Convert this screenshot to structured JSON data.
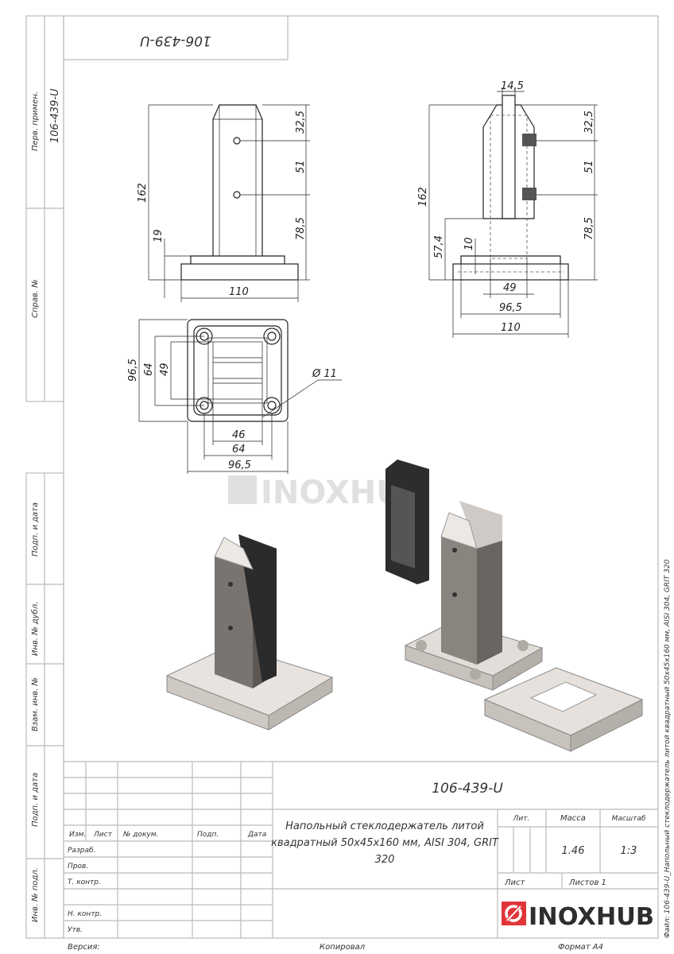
{
  "top_stamp": "106-439-U",
  "side_columns": {
    "perv_primen": "Перв. примен.",
    "perv_primen_value": "106-439-U",
    "sprav_no": "Справ. №",
    "podp_data_1": "Подп. и дата",
    "inv_dubl": "Инв. № дубл.",
    "vzam_inv": "Взам. инв. №",
    "podp_data_2": "Подп. и дата",
    "inv_podl": "Инв. № подл."
  },
  "views": {
    "front": {
      "d162": "162",
      "d32": "32,5",
      "d51": "51",
      "d78": "78,5",
      "d19": "19",
      "d110": "110"
    },
    "side": {
      "d14": "14,5",
      "d162": "162",
      "d57": "57,4",
      "d10": "10",
      "d32": "32,5",
      "d51": "51",
      "d78": "78,5",
      "d49": "49",
      "d96": "96,5",
      "d110": "110"
    },
    "top": {
      "d96v": "96,5",
      "d64v": "64",
      "d49v": "49",
      "hole": "Ø 11",
      "d46": "46",
      "d64h": "64",
      "d96h": "96,5"
    }
  },
  "watermark": "INOXHUB",
  "title_block": {
    "designation": "106-439-U",
    "name": [
      "Напольный стеклодержатель литой",
      "квадратный 50x45x160 мм, AISI 304, GRIT",
      "320"
    ],
    "headers": {
      "izm": "Изм.",
      "list": "Лист",
      "doc": "№ докум.",
      "podp": "Подп.",
      "data": "Дата"
    },
    "roles": [
      "Разраб.",
      "Пров.",
      "Т. контр.",
      "",
      "Н. контр.",
      "Утв."
    ],
    "lit_label": "Лит.",
    "mass_label": "Масса",
    "scale_label": "Масштаб",
    "mass": "1.46",
    "scale": "1:3",
    "sheet_label": "Лист",
    "sheets_label": "Листов 1",
    "logo": "INOXHUB"
  },
  "footer": {
    "version": "Версия:",
    "copied": "Копировал",
    "format": "Формат А4"
  },
  "file_label": "Файл: 106-439-U_Напольный стеклодержатель литой квадратный 50x45x160 мм, AISI 304, GRIT 320",
  "colors": {
    "brand_red": "#e0363a",
    "logo_dark": "#2e2e2e"
  }
}
